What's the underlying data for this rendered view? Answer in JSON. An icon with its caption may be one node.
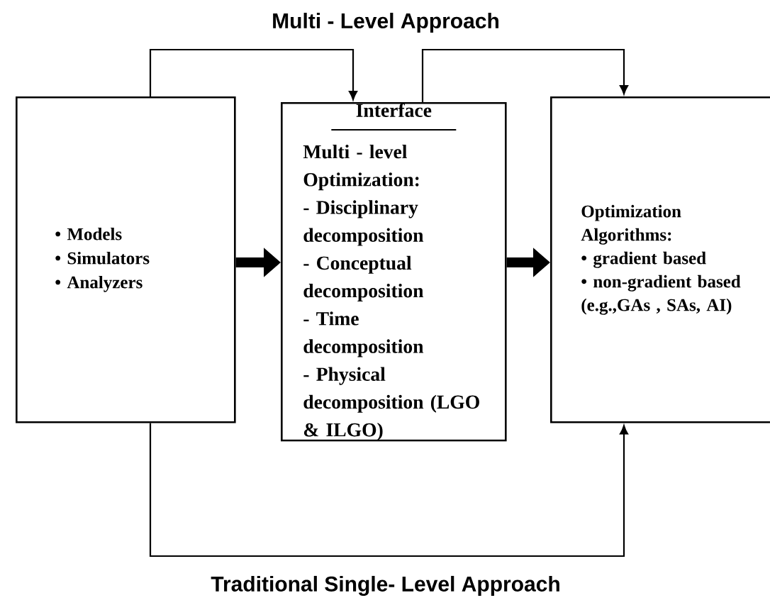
{
  "diagram": {
    "title": "Multi - Level Approach",
    "caption": "Traditional Single- Level Approach",
    "nodes": [
      {
        "text": [
          "• Models",
          "• Simulators",
          "• Analyzers"
        ]
      },
      {
        "text": [
          "Interface",
          "Multi - level Optimization:",
          "- Disciplinary decomposition",
          "- Conceptual decomposition",
          "- Time decomposition",
          "- Physical decomposition (LGO & ILGO)"
        ]
      },
      {
        "text": [
          "Optimization Algorithms:",
          "• gradient based",
          "• non-gradient based (e.g.,GAs , SAs, AI)"
        ]
      }
    ],
    "edges": [
      {
        "from": 0,
        "to": 1,
        "arrow": "to"
      },
      {
        "from": 1,
        "to": 2,
        "arrow": "to"
      },
      {
        "from": 0,
        "to": 2,
        "arrow": "to"
      },
      {
        "from": 0,
        "to": 1,
        "arrow": "to",
        "style": "thick"
      },
      {
        "from": 1,
        "to": 2,
        "arrow": "to",
        "style": "thick"
      }
    ]
  }
}
